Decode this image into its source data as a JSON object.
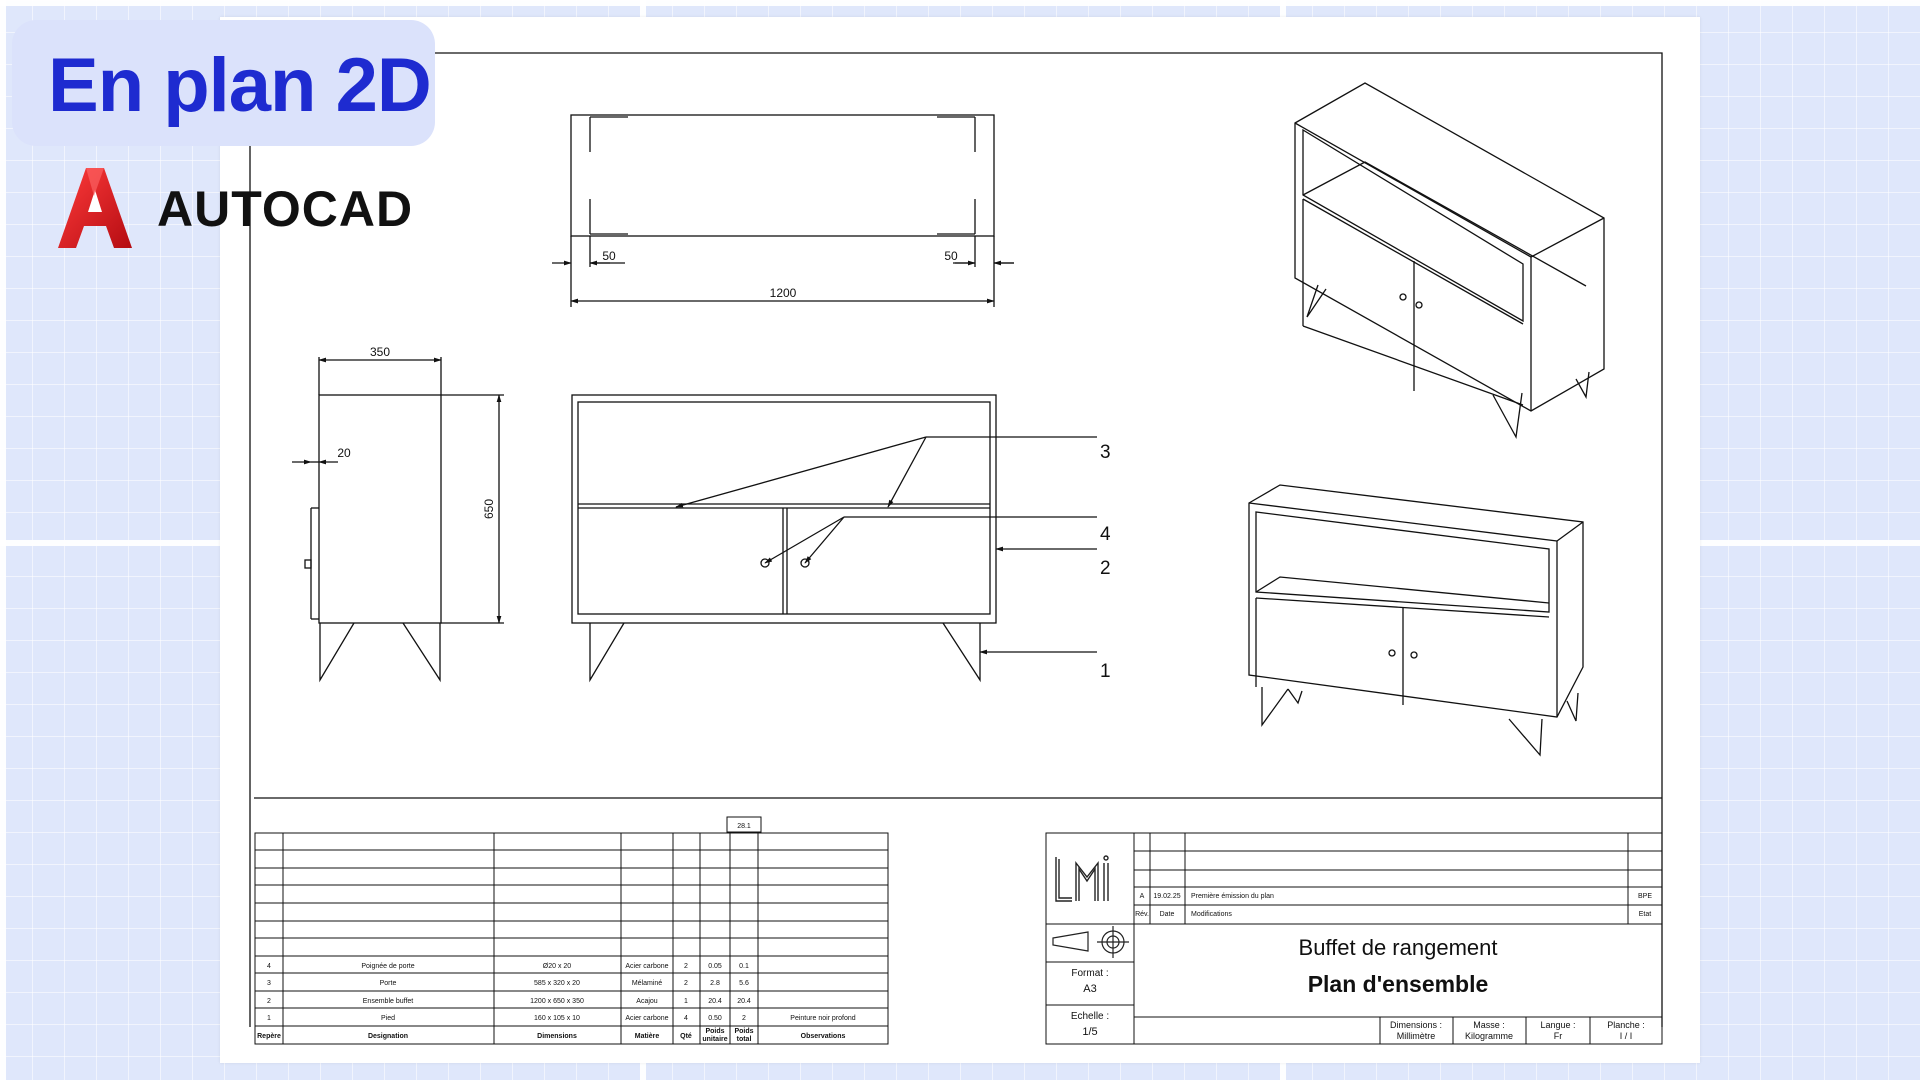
{
  "header": {
    "title": "En plan 2D",
    "brand": "AUTOCAD",
    "logo_icon": "autocad-a-icon"
  },
  "dimensions": {
    "top_left": "50",
    "top_right": "50",
    "top_total": "1200",
    "side_depth": "350",
    "side_door": "20",
    "side_height": "650"
  },
  "callouts": {
    "c1": "1",
    "c2": "2",
    "c3": "3",
    "c4": "4"
  },
  "bom": {
    "total_weight": "28.1",
    "headers": {
      "repere": "Repère",
      "designation": "Designation",
      "dimensions": "Dimensions",
      "matiere": "Matière",
      "qte": "Qté",
      "poids_unitaire_1": "Poids",
      "poids_unitaire_2": "unitaire",
      "poids_total_1": "Poids",
      "poids_total_2": "total",
      "observations": "Observations"
    },
    "rows": [
      {
        "repere": "4",
        "designation": "Poignée de porte",
        "dimensions": "Ø20 x 20",
        "matiere": "Acier carbone",
        "qte": "2",
        "pu": "0.05",
        "pt": "0.1",
        "obs": ""
      },
      {
        "repere": "3",
        "designation": "Porte",
        "dimensions": "585 x 320 x 20",
        "matiere": "Mélaminé",
        "qte": "2",
        "pu": "2.8",
        "pt": "5.6",
        "obs": ""
      },
      {
        "repere": "2",
        "designation": "Ensemble buffet",
        "dimensions": "1200 x 650 x 350",
        "matiere": "Acajou",
        "qte": "1",
        "pu": "20.4",
        "pt": "20.4",
        "obs": ""
      },
      {
        "repere": "1",
        "designation": "Pied",
        "dimensions": "160 x 105 x 10",
        "matiere": "Acier carbone",
        "qte": "4",
        "pu": "0.50",
        "pt": "2",
        "obs": "Peinture noir profond"
      }
    ]
  },
  "title_block": {
    "company_logo_icon": "lmi-logo-icon",
    "projection_icon": "third-angle-projection-icon",
    "revision": {
      "index": "A",
      "date": "19.02.25",
      "note": "Première émission du plan",
      "author": "BPE"
    },
    "revision_headers": {
      "rev": "Rév.",
      "date": "Date",
      "modifications": "Modifications",
      "etat": "Etat"
    },
    "format_label": "Format :",
    "format_value": "A3",
    "scale_label": "Echelle :",
    "scale_value": "1/5",
    "title": "Buffet de rangement",
    "subtitle": "Plan d'ensemble",
    "dim_label": "Dimensions :",
    "dim_value": "Millimètre",
    "mass_label": "Masse :",
    "mass_value": "Kilogramme",
    "lang_label": "Langue :",
    "lang_value": "Fr",
    "sheet_label": "Planche :",
    "sheet_value": "I / I"
  }
}
